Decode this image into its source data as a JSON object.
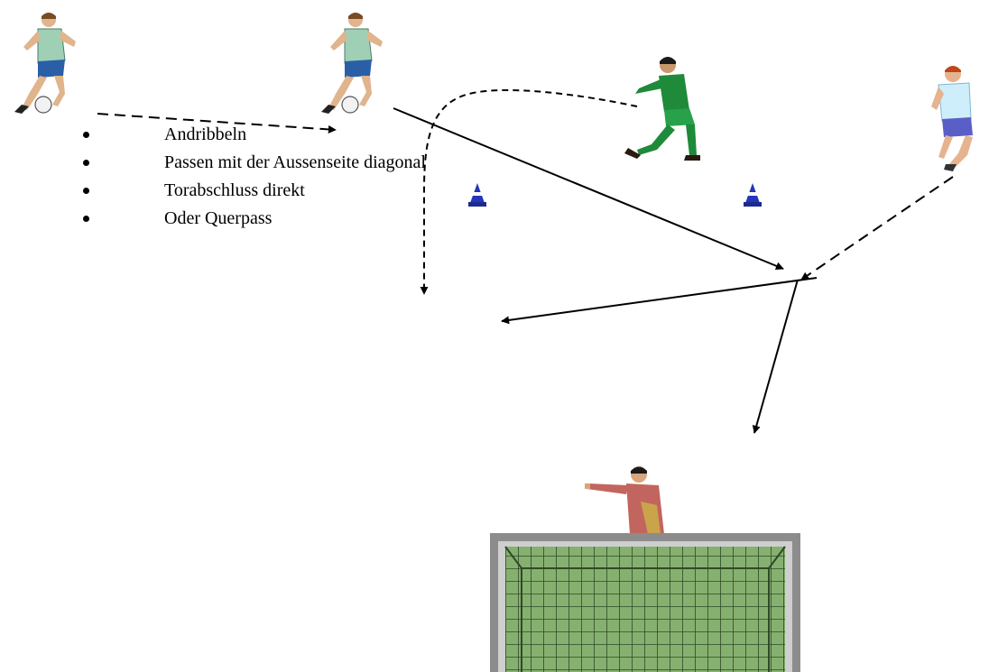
{
  "instructions": [
    "Andribbeln",
    "Passen mit der Aussenseite diagonal",
    "Torabschluss direkt",
    "Oder Querpass"
  ],
  "colors": {
    "arrow": "#000000",
    "shirt_dribbler": "#9fd0b5",
    "shorts_dribbler": "#2a5fa8",
    "kit_passer": "#1e8a3a",
    "shirt_attacker": "#cfeefb",
    "shorts_attacker": "#5a5fc8",
    "keeper_shirt": "#c2655e",
    "cone": "#2437b8",
    "goal_net_bg": "#7fa86a",
    "goal_frame": "#9a9a9a"
  },
  "icons": {
    "dribbler": "soccer-player-dribbling",
    "passer": "soccer-player-passing",
    "attacker": "soccer-player-running",
    "goalkeeper": "goalkeeper-pointing",
    "cone": "training-cone",
    "goal": "soccer-goal"
  }
}
